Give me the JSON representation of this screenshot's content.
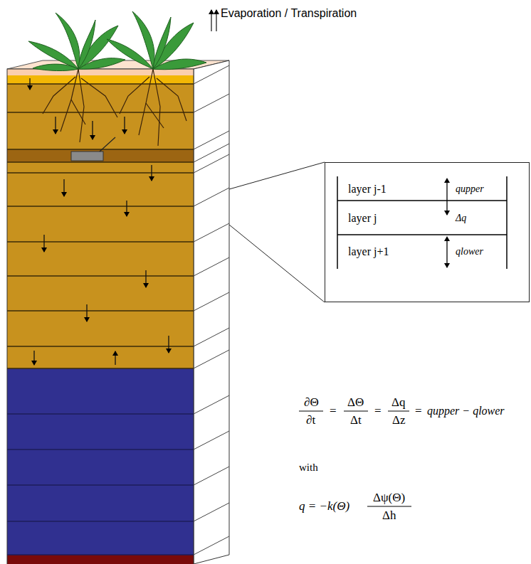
{
  "diagram": {
    "nodes": [
      {
        "text": [
          "layer j-1",
          "qupper"
        ]
      },
      {
        "text": [
          "layer j",
          "Δq"
        ]
      },
      {
        "text": [
          "layer j+1",
          "qlower"
        ]
      }
    ],
    "labels": [
      "Evaporation / Transpiration",
      "∂Θ",
      "∂t",
      "=",
      "ΔΘ",
      "Δt",
      "=",
      "Δq",
      "Δz",
      "=",
      "qupper − qlower",
      "with",
      "q = −k(Θ)",
      "Δψ(Θ)",
      "Δh"
    ]
  }
}
